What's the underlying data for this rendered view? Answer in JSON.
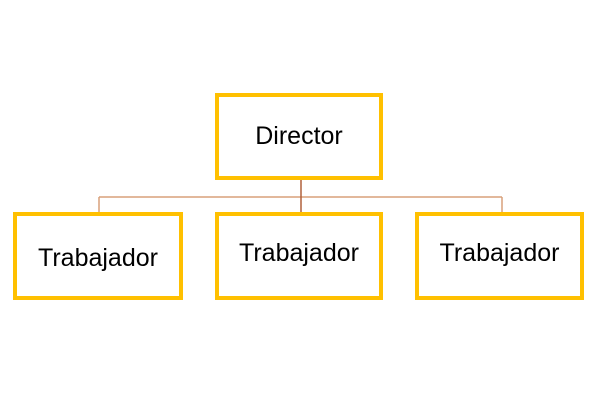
{
  "org_chart": {
    "root": {
      "label": "Director"
    },
    "children": [
      {
        "label": "Trabajador"
      },
      {
        "label": "Trabajador"
      },
      {
        "label": "Trabajador"
      }
    ]
  },
  "colors": {
    "box_border": "#FFC000",
    "connector_main": "#B0603A",
    "connector_branch": "#D9A07A"
  }
}
